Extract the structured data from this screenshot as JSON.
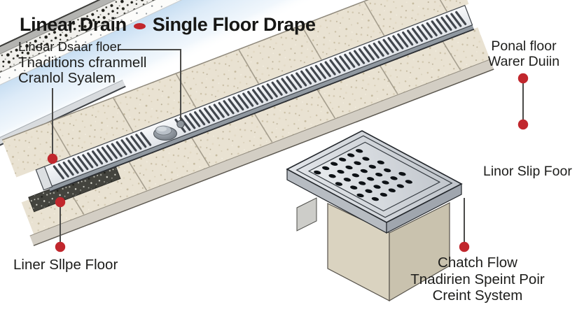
{
  "title": {
    "part1": "Linear Drain",
    "part2": "Single Floor Drape"
  },
  "labels": {
    "drain_system": {
      "line1": "Linear Dsaar floer",
      "line2": "Tnaditions cfranmell",
      "line3": "Cranlol Syalem"
    },
    "panel_floor_drain": {
      "line1": "Ponal floor",
      "line2": "Warer Duiin"
    },
    "linor_slip_floor": {
      "text": "Linor Slip Foor"
    },
    "catch_flow": {
      "line1": "Chatch Flow",
      "line2": "Tnadirien Speint Poir",
      "line3": "Creint System"
    },
    "liner_slope_floor": {
      "text": "Liner Sllpe Floor"
    }
  },
  "colors": {
    "accent_red": "#c1272d",
    "text": "#1d1d1b",
    "tile_beige": "#e9e2d2",
    "grate_gray": "#eef0f3",
    "water_blue": "#cfe3f5"
  }
}
